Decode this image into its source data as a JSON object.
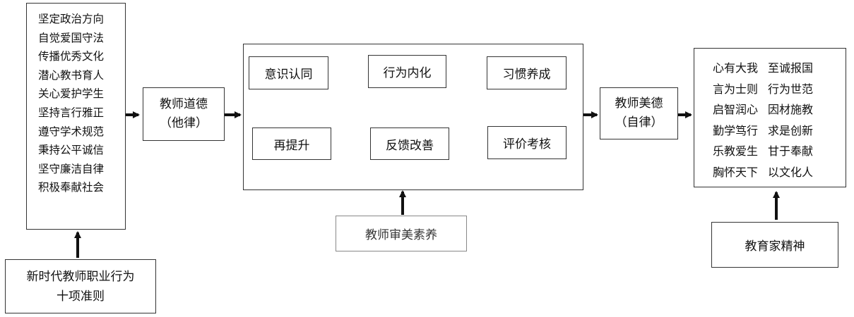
{
  "diagram": {
    "norms_list": [
      "坚定政治方向",
      "自觉爱国守法",
      "传播优秀文化",
      "潜心教书育人",
      "关心爱护学生",
      "坚持言行雅正",
      "遵守学术规范",
      "秉持公平诚信",
      "坚守廉洁自律",
      "积极奉献社会"
    ],
    "guidelines": {
      "line1": "新时代教师职业行为",
      "line2": "十项准则"
    },
    "heteronomy": {
      "line1": "教师道德",
      "line2": "（他律）"
    },
    "cycle": {
      "recognition": "意识认同",
      "internalization": "行为内化",
      "habit": "习惯养成",
      "evaluation": "评价考核",
      "feedback": "反馈改善",
      "elevation": "再提升"
    },
    "aesthetic": "教师审美素养",
    "autonomy": {
      "line1": "教师美德",
      "line2": "（自律）"
    },
    "virtues": [
      [
        "心有大我",
        "至诚报国"
      ],
      [
        "言为士则",
        "行为世范"
      ],
      [
        "启智润心",
        "因材施教"
      ],
      [
        "勤学笃行",
        "求是创新"
      ],
      [
        "乐教爱生",
        "甘于奉献"
      ],
      [
        "胸怀天下",
        "以文化人"
      ]
    ],
    "educator_spirit": "教育家精神"
  }
}
